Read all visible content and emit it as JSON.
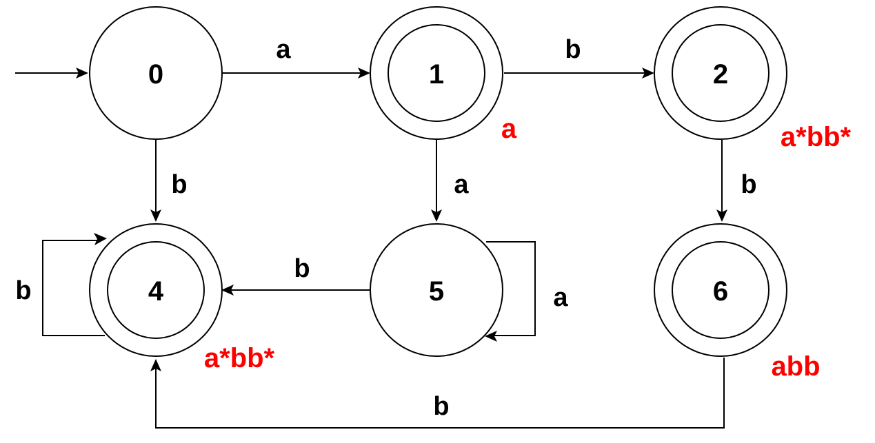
{
  "colors": {
    "annotation": "#ff0000",
    "stroke": "#000000"
  },
  "states": [
    {
      "id": "s0",
      "label": "0",
      "accepting": false
    },
    {
      "id": "s1",
      "label": "1",
      "accepting": true
    },
    {
      "id": "s2",
      "label": "2",
      "accepting": true
    },
    {
      "id": "s4",
      "label": "4",
      "accepting": true
    },
    {
      "id": "s5",
      "label": "5",
      "accepting": false
    },
    {
      "id": "s6",
      "label": "6",
      "accepting": true
    }
  ],
  "start_state": "s0",
  "transitions": [
    {
      "id": "t01",
      "from": "s0",
      "to": "s1",
      "label": "a"
    },
    {
      "id": "t12",
      "from": "s1",
      "to": "s2",
      "label": "b"
    },
    {
      "id": "t04",
      "from": "s0",
      "to": "s4",
      "label": "b"
    },
    {
      "id": "t15",
      "from": "s1",
      "to": "s5",
      "label": "a"
    },
    {
      "id": "t26",
      "from": "s2",
      "to": "s6",
      "label": "b"
    },
    {
      "id": "t54",
      "from": "s5",
      "to": "s4",
      "label": "b"
    },
    {
      "id": "t44",
      "from": "s4",
      "to": "s4",
      "label": "b"
    },
    {
      "id": "t55",
      "from": "s5",
      "to": "s5",
      "label": "a"
    },
    {
      "id": "t64",
      "from": "s6",
      "to": "s4",
      "label": "b"
    }
  ],
  "annotations": [
    {
      "state": "s1",
      "text": "a"
    },
    {
      "state": "s2",
      "text": "a*bb*"
    },
    {
      "state": "s4",
      "text": "a*bb*"
    },
    {
      "state": "s6",
      "text": "abb"
    }
  ]
}
